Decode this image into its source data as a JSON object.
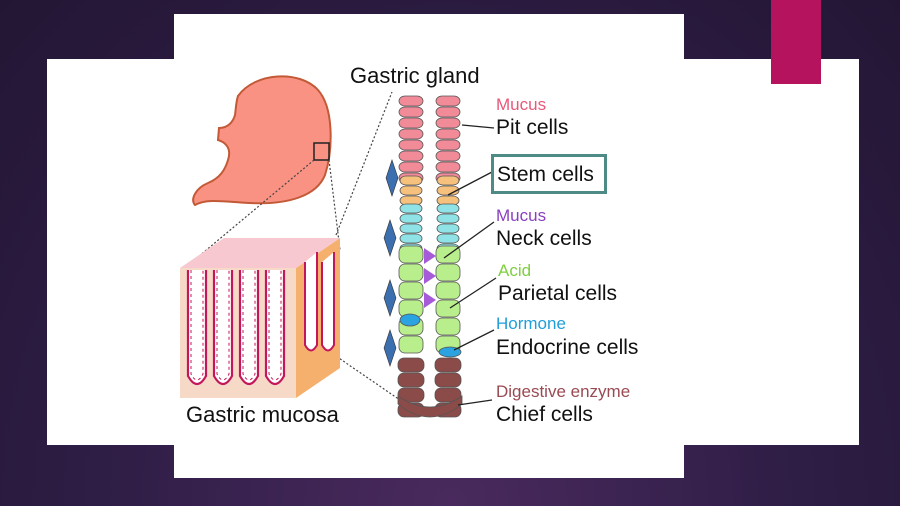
{
  "title": {
    "gland": "Gastric gland",
    "mucosa": "Gastric mucosa"
  },
  "labels": [
    {
      "key": "pit",
      "sub": "Mucus",
      "main": "Pit cells",
      "sub_color": "#e8587a"
    },
    {
      "key": "stem",
      "sub": "",
      "main": "Stem cells",
      "sub_color": ""
    },
    {
      "key": "neck",
      "sub": "Mucus",
      "main": "Neck cells",
      "sub_color": "#8a3fbf"
    },
    {
      "key": "parietal",
      "sub": "Acid",
      "main": "Parietal cells",
      "sub_color": "#7fcf3e"
    },
    {
      "key": "endocrine",
      "sub": "Hormone",
      "main": "Endocrine cells",
      "sub_color": "#1f9fd8"
    },
    {
      "key": "chief",
      "sub": "Digestive enzyme",
      "main": "Chief cells",
      "sub_color": "#9a4a52"
    }
  ],
  "colors": {
    "pit": "#f28b98",
    "stem": "#f6c07d",
    "neck": "#8fe3e7",
    "parietal": "#b9ee8c",
    "endocrine": "#2aa3e0",
    "chief": "#8a4b49",
    "neck_wedge": "#a65bd8",
    "stomach": "#f99282",
    "mucosa_top": "#f7c8cf",
    "mucosa_side": "#f6b06e",
    "mucosa_front": "#f7d9c8",
    "stem_box": "#4e8a86",
    "accent": "#b5135e",
    "background": "#2e1d45"
  }
}
